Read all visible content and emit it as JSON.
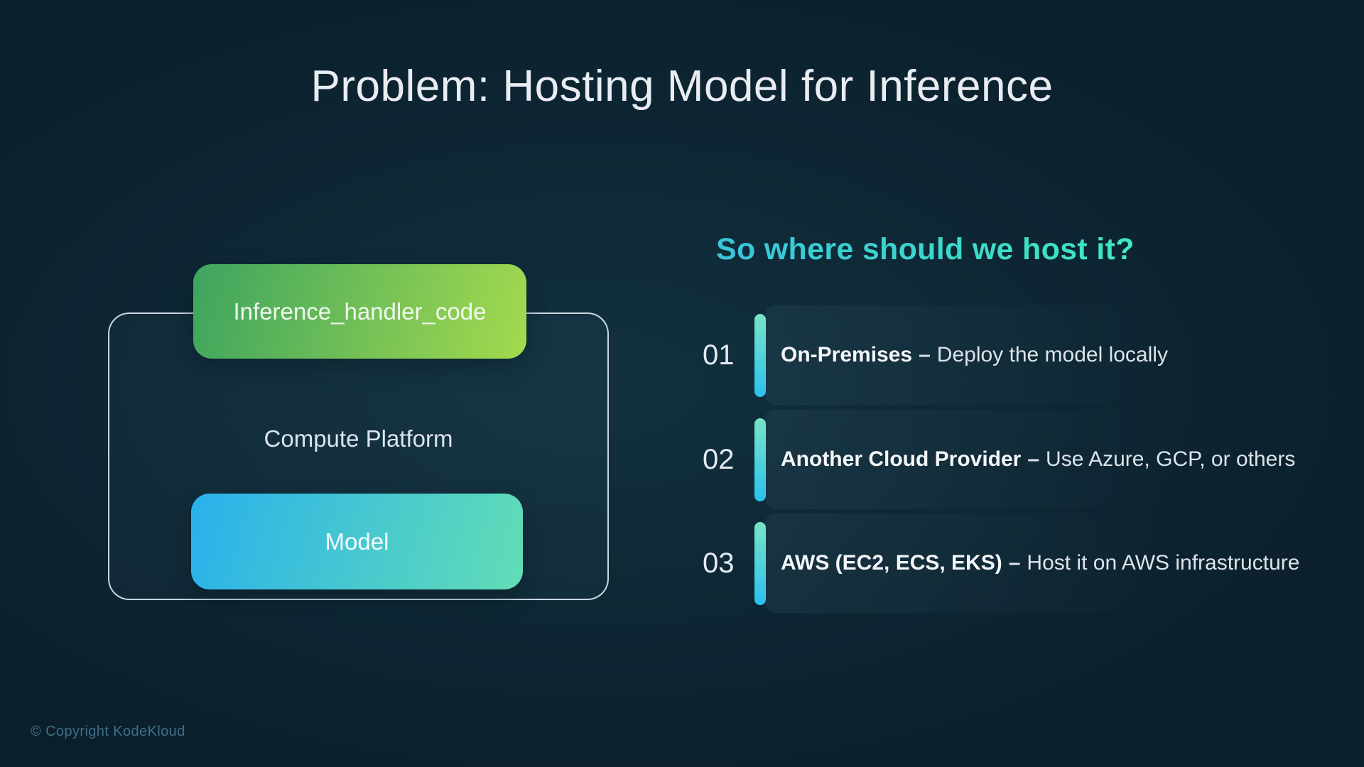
{
  "title": "Problem: Hosting Model for Inference",
  "diagram": {
    "code_box_label": "Inference_handler_code",
    "platform_label": "Compute Platform",
    "model_box_label": "Model"
  },
  "question": {
    "text": "So where should we host it?"
  },
  "options": [
    {
      "number": "01",
      "name": "On-Premises",
      "separator": "–",
      "description": "Deploy the model locally"
    },
    {
      "number": "02",
      "name": "Another Cloud Provider",
      "separator": "–",
      "description": "Use Azure, GCP, or others"
    },
    {
      "number": "03",
      "name": "AWS (EC2, ECS, EKS)",
      "separator": "–",
      "description": "Host it on AWS infrastructure"
    }
  ],
  "footer": {
    "copyright": "© Copyright KodeKloud"
  },
  "colors": {
    "background": "#0d2230",
    "title_text": "#e9edf3",
    "question_gradient_start": "#38c5d9",
    "question_gradient_end": "#40e8c0",
    "code_box_gradient_start": "#3da45f",
    "code_box_gradient_end": "#a4da4e",
    "model_box_gradient_start": "#2ab1ec",
    "model_box_gradient_end": "#62ddb5",
    "accent_bar_top": "#79e4c6",
    "accent_bar_bottom": "#2ac1ef",
    "copyright_text": "#3f7089"
  }
}
